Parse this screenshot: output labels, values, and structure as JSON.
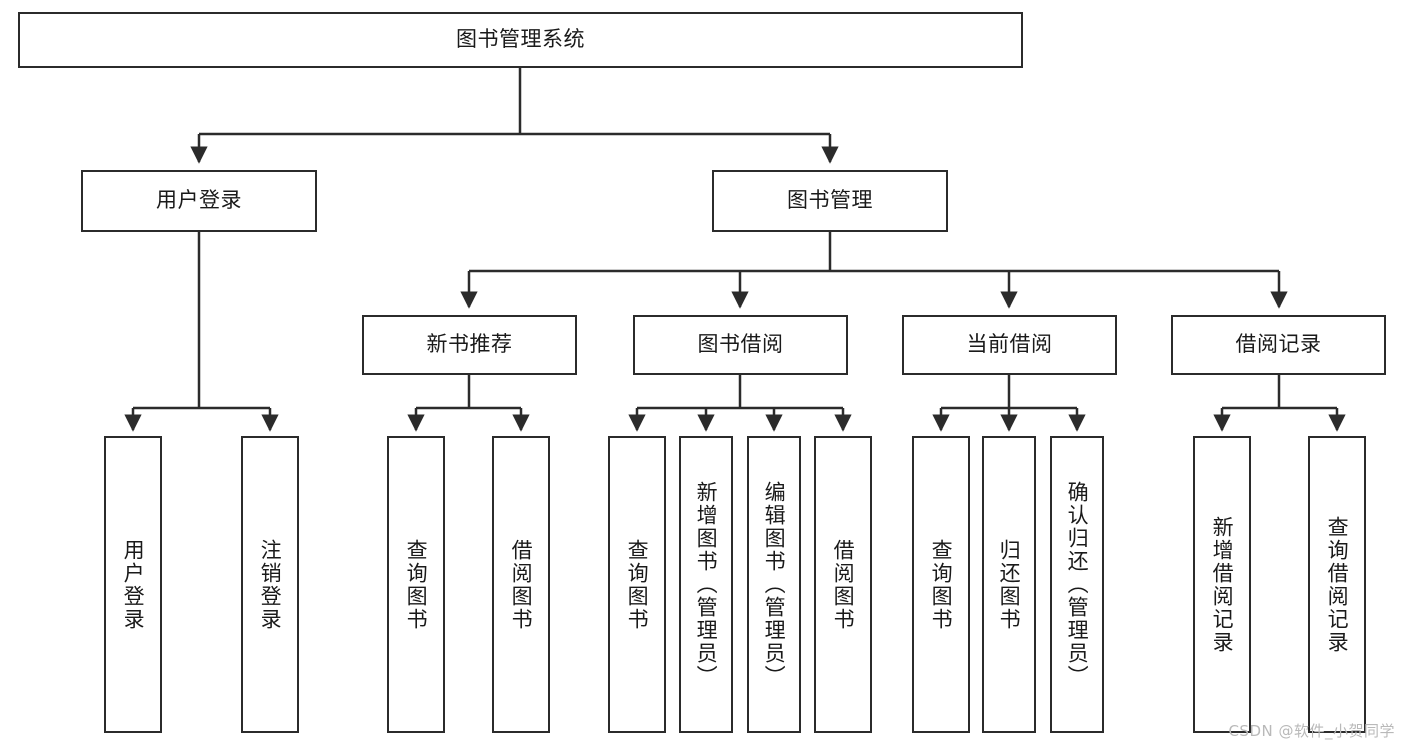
{
  "diagram": {
    "title": "图书管理系统",
    "watermark": "CSDN @软件_小贺同学",
    "colors": {
      "border": "#2b2b2b",
      "background": "#ffffff",
      "text": "#1a1a1a",
      "edge": "#2b2b2b",
      "watermark": "#b9b9b9"
    },
    "root": {
      "label": "图书管理系统",
      "orientation": "horizontal"
    },
    "level2": [
      {
        "label": "用户登录",
        "orientation": "horizontal"
      },
      {
        "label": "图书管理",
        "orientation": "horizontal"
      }
    ],
    "level3": [
      {
        "label": "新书推荐",
        "orientation": "horizontal",
        "parent": "图书管理"
      },
      {
        "label": "图书借阅",
        "orientation": "horizontal",
        "parent": "图书管理"
      },
      {
        "label": "当前借阅",
        "orientation": "horizontal",
        "parent": "图书管理"
      },
      {
        "label": "借阅记录",
        "orientation": "horizontal",
        "parent": "图书管理"
      }
    ],
    "leaves": [
      {
        "label": "用户登录",
        "orientation": "vertical",
        "parent": "用户登录"
      },
      {
        "label": "注销登录",
        "orientation": "vertical",
        "parent": "用户登录"
      },
      {
        "label": "查询图书",
        "orientation": "vertical",
        "parent": "新书推荐"
      },
      {
        "label": "借阅图书",
        "orientation": "vertical",
        "parent": "新书推荐"
      },
      {
        "label": "查询图书",
        "orientation": "vertical",
        "parent": "图书借阅"
      },
      {
        "label": "新增图书（管理员）",
        "orientation": "vertical",
        "parent": "图书借阅"
      },
      {
        "label": "编辑图书（管理员）",
        "orientation": "vertical",
        "parent": "图书借阅"
      },
      {
        "label": "借阅图书",
        "orientation": "vertical",
        "parent": "图书借阅"
      },
      {
        "label": "查询图书",
        "orientation": "vertical",
        "parent": "当前借阅"
      },
      {
        "label": "归还图书",
        "orientation": "vertical",
        "parent": "当前借阅"
      },
      {
        "label": "确认归还（管理员）",
        "orientation": "vertical",
        "parent": "当前借阅"
      },
      {
        "label": "新增借阅记录",
        "orientation": "vertical",
        "parent": "借阅记录"
      },
      {
        "label": "查询借阅记录",
        "orientation": "vertical",
        "parent": "借阅记录"
      }
    ]
  }
}
